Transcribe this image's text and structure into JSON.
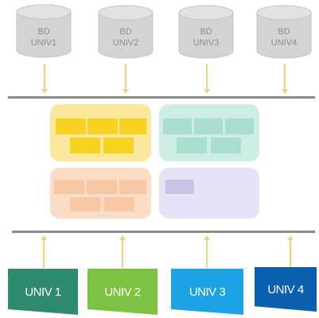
{
  "databases": [
    {
      "line1": "BD",
      "line2": "UNIV1"
    },
    {
      "line1": "BD",
      "line2": "UNIV2"
    },
    {
      "line1": "BD",
      "line2": "UNIV3"
    },
    {
      "line1": "BD",
      "line2": "UNIV4"
    }
  ],
  "sources": [
    {
      "label": "UNIV 1",
      "color": "#2e8b6f"
    },
    {
      "label": "UNIV 2",
      "color": "#7dc242"
    },
    {
      "label": "UNIV 3",
      "color": "#1ea2e6"
    },
    {
      "label": "UNIV 4",
      "color": "#0a5fae"
    }
  ],
  "colors": {
    "cylinder_fill": "#d4d4d4",
    "bus_line": "#8c8c8c",
    "arrow": "#f3d27a",
    "panel_yellow_bg": "#fbe89c",
    "panel_yellow_brick": "#f7d21e",
    "panel_teal_bg": "#cfeee3",
    "panel_teal_brick": "#a9ddd0",
    "panel_orange_bg": "#fbdcc6",
    "panel_orange_brick": "#f8c8a4",
    "panel_lavender_bg": "#e6e3f6",
    "panel_lavender_brick": "#c9c3ea"
  }
}
